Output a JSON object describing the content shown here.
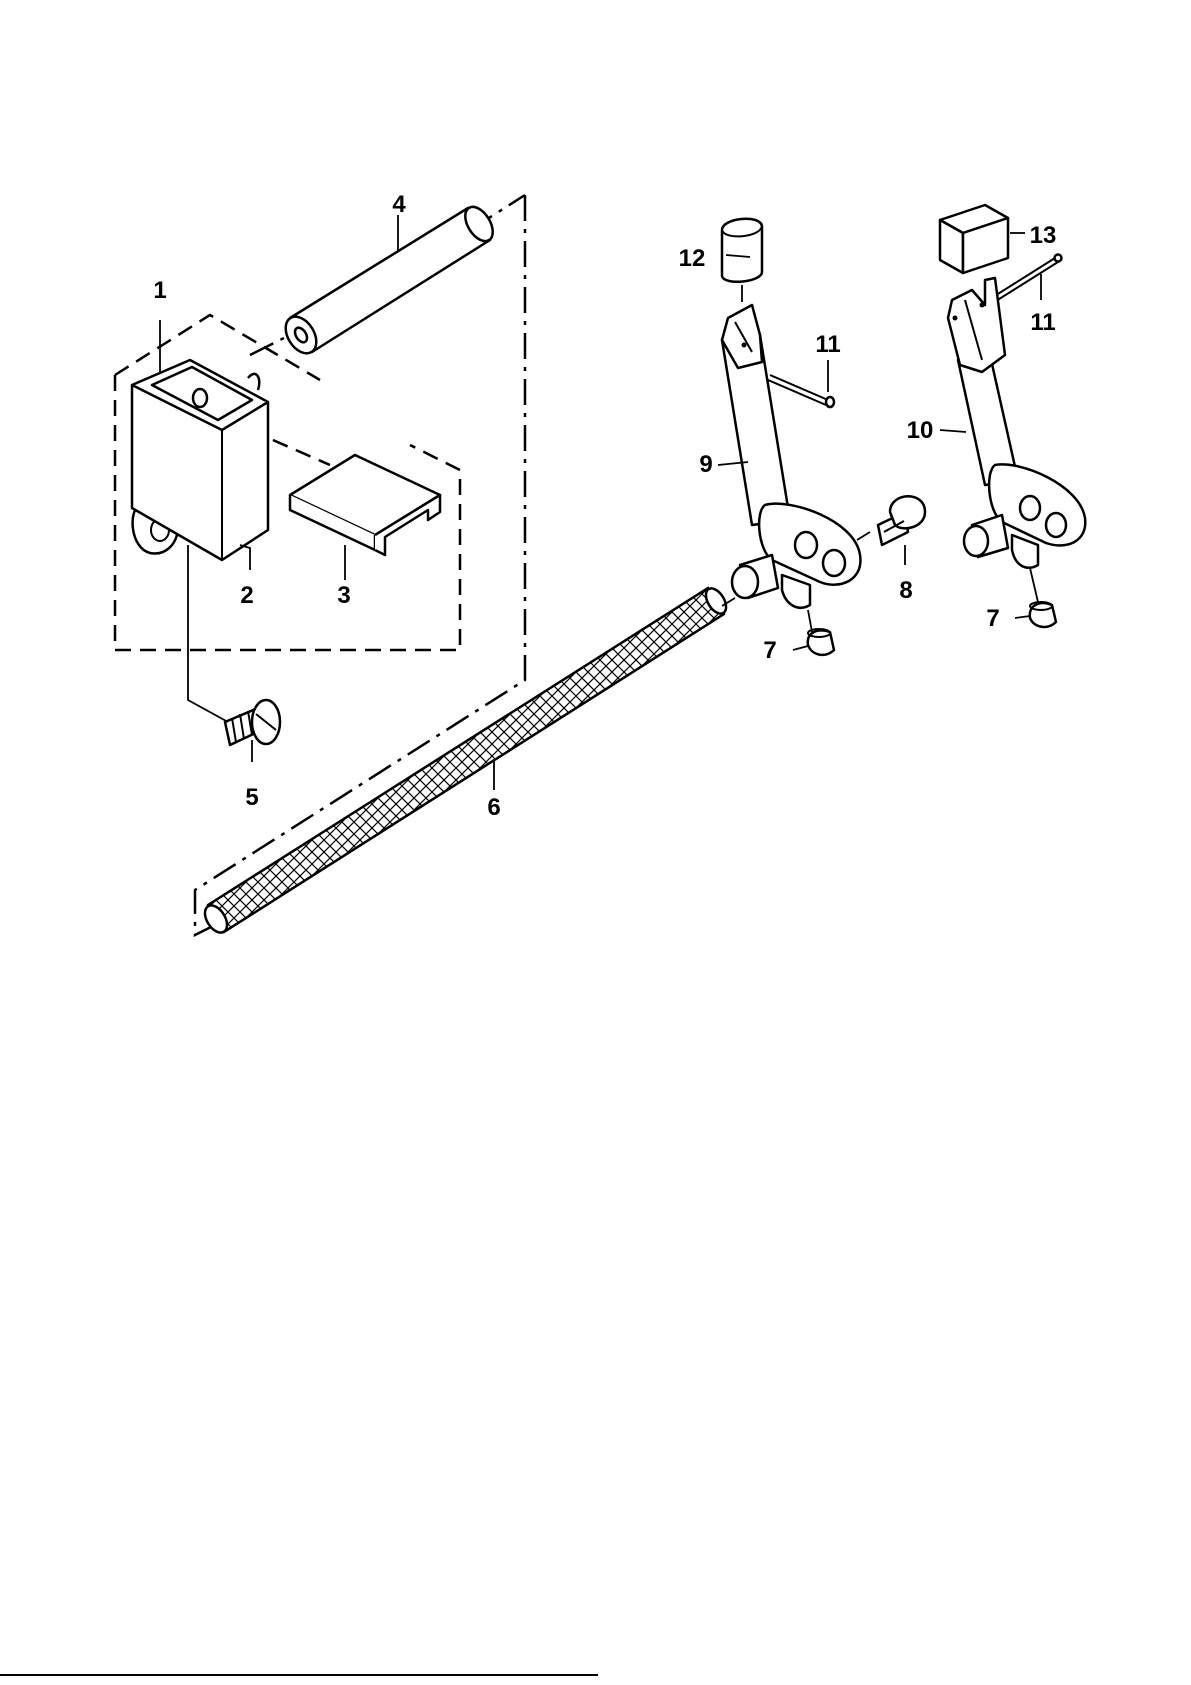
{
  "callouts": {
    "c1": "1",
    "c2": "2",
    "c3": "3",
    "c4": "4",
    "c5": "5",
    "c6": "6",
    "c7a": "7",
    "c7b": "7",
    "c8": "8",
    "c9": "9",
    "c10": "10",
    "c11a": "11",
    "c11b": "11",
    "c12": "12",
    "c13": "13"
  }
}
